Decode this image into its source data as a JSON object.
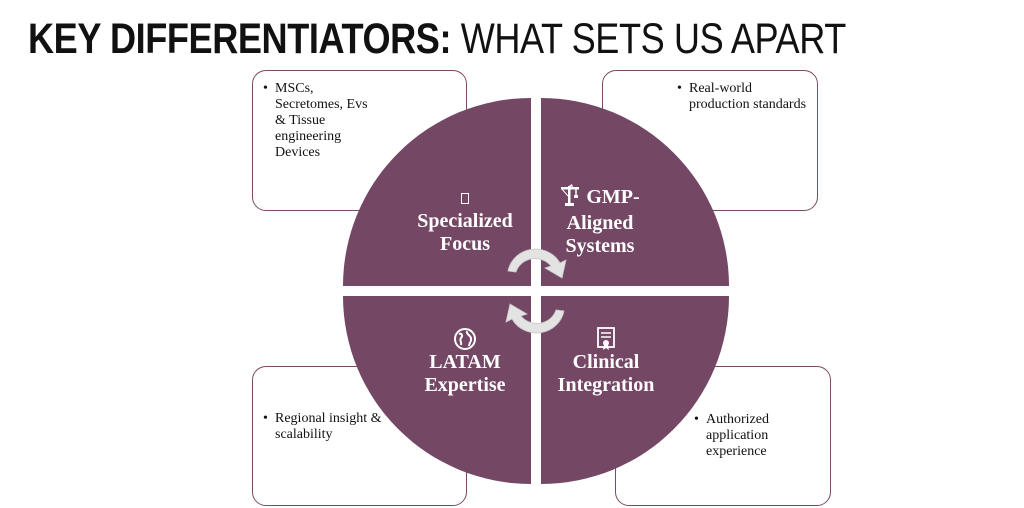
{
  "title": {
    "bold": "KEY DIFFERENTIATORS:",
    "regular": "WHAT SETS US APART"
  },
  "quadrants": {
    "tl": {
      "label_lines": [
        "Specialized",
        "Focus"
      ],
      "icon": "placeholder-square-icon",
      "detail": "MSCs, Secretomes, Evs & Tissue engineering Devices"
    },
    "tr": {
      "label_first": "GMP-",
      "label_lines": [
        "Aligned",
        "Systems"
      ],
      "icon": "crane-icon",
      "detail": "Real-world production standards"
    },
    "bl": {
      "label_lines": [
        "LATAM",
        "Expertise"
      ],
      "icon": "globe-icon",
      "detail": "Regional insight & scalability"
    },
    "br": {
      "label_lines": [
        "Clinical",
        "Integration"
      ],
      "icon": "certificate-icon",
      "detail": "Authorized application experience"
    }
  },
  "colors": {
    "quadrant_fill": "#744865",
    "box_border": "#7a4a63",
    "arrow_fill": "#e3e3e3"
  }
}
